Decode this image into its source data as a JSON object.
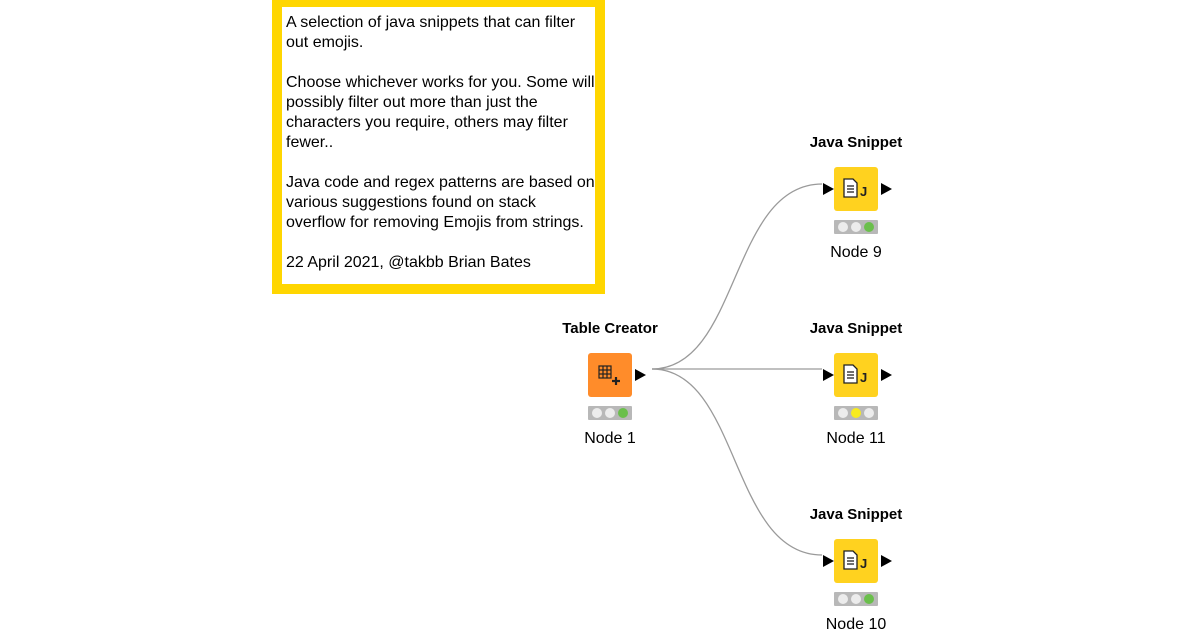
{
  "annotation": {
    "text": "A selection of java snippets that can filter out emojis.\n\nChoose whichever works for you. Some will possibly filter out more than just the characters you require, others may filter fewer..\n\nJava code and regex patterns are based on various suggestions found on stack overflow for removing Emojis from strings.\n\n22 April 2021, @takbb Brian Bates",
    "border_color": "#FFD600"
  },
  "nodes": [
    {
      "title": "Table Creator",
      "label": "Node 1",
      "icon": "table-creator-icon",
      "color": "#FF8C2A",
      "status": "green"
    },
    {
      "title": "Java Snippet",
      "label": "Node 9",
      "icon": "java-snippet-icon",
      "color": "#FFD21F",
      "status": "green"
    },
    {
      "title": "Java Snippet",
      "label": "Node 11",
      "icon": "java-snippet-icon",
      "color": "#FFD21F",
      "status": "yellow"
    },
    {
      "title": "Java Snippet",
      "label": "Node 10",
      "icon": "java-snippet-icon",
      "color": "#FFD21F",
      "status": "green"
    }
  ],
  "edges": [
    {
      "from": "Node 1",
      "to": "Node 9"
    },
    {
      "from": "Node 1",
      "to": "Node 11"
    },
    {
      "from": "Node 1",
      "to": "Node 10"
    }
  ]
}
